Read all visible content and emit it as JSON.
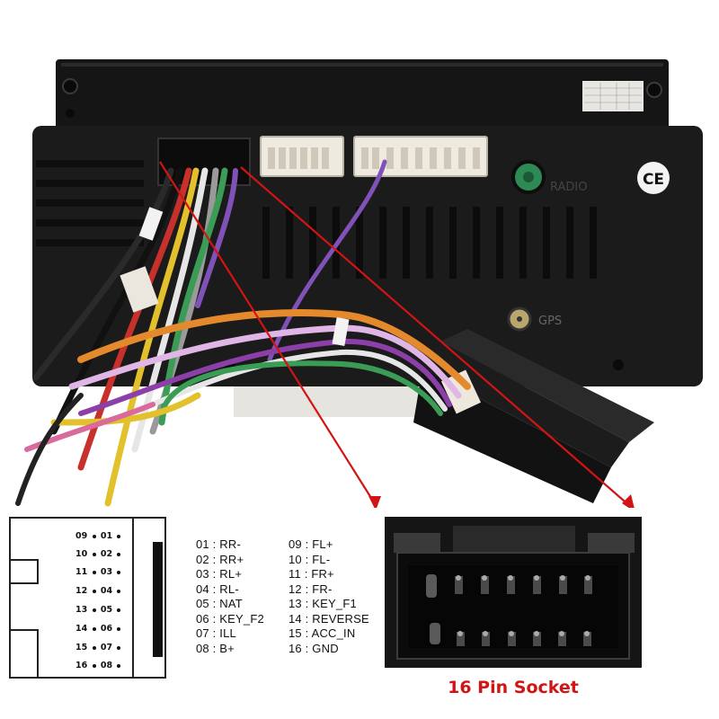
{
  "photo": {
    "ce_mark": "CE",
    "radio_label": "RADIO",
    "gps_label": "GPS"
  },
  "diagram": {
    "rows": [
      {
        "left": "09",
        "right": "01"
      },
      {
        "left": "10",
        "right": "02"
      },
      {
        "left": "11",
        "right": "03"
      },
      {
        "left": "12",
        "right": "04"
      },
      {
        "left": "13",
        "right": "05"
      },
      {
        "left": "14",
        "right": "06"
      },
      {
        "left": "15",
        "right": "07"
      },
      {
        "left": "16",
        "right": "08"
      }
    ]
  },
  "pins_left": [
    "01 : RR-",
    "02 : RR+",
    "03 : RL+",
    "04 : RL-",
    "05 : NAT",
    "06 : KEY_F2",
    "07 : ILL",
    "08 : B+"
  ],
  "pins_right": [
    "09 : FL+",
    "10 : FL-",
    "11 : FR+",
    "12 : FR-",
    "13 : KEY_F1",
    "14 : REVERSE",
    "15 : ACC_IN",
    "16 : GND"
  ],
  "caption": "16 Pin Socket",
  "colors": {
    "arrow": "#d21414",
    "caption": "#d21414",
    "unit_body": "#1b1b1b"
  }
}
